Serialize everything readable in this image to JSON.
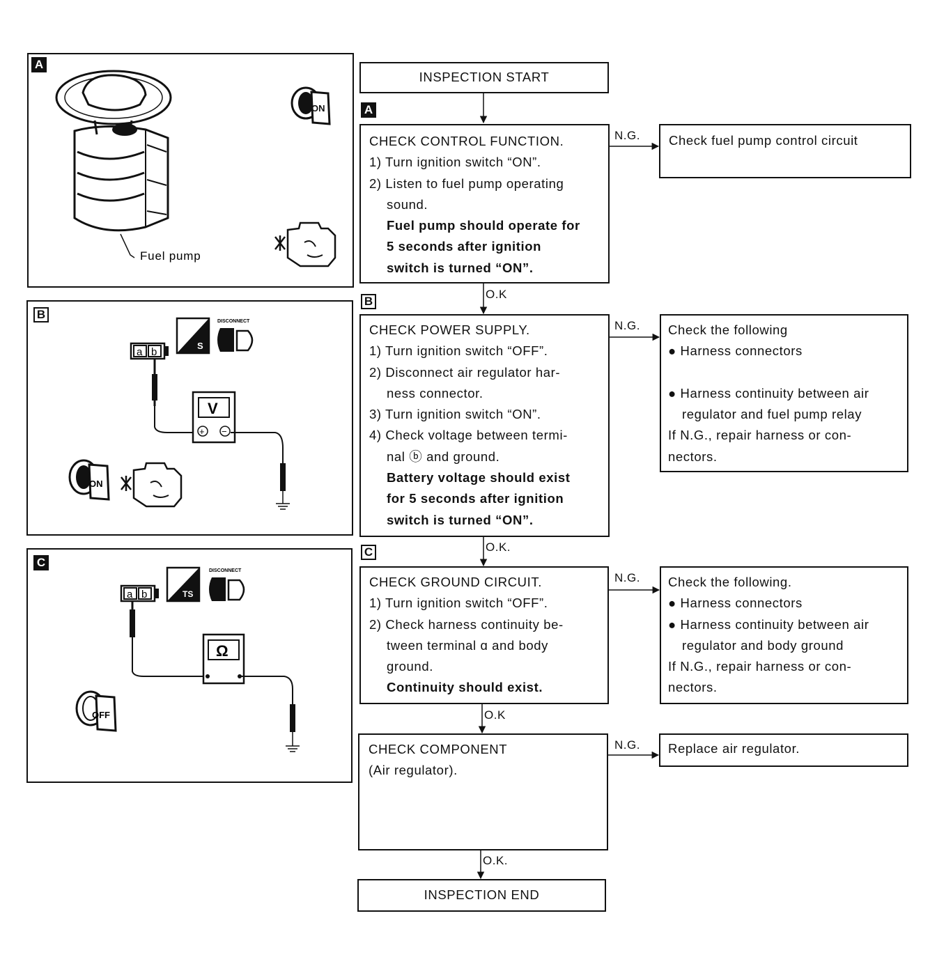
{
  "start": {
    "label": "INSPECTION START"
  },
  "end": {
    "label": "INSPECTION END"
  },
  "connectors": {
    "ng": "N.G.",
    "ok": "O.K"
  },
  "steps": [
    {
      "tag": "A",
      "lines": [
        "CHECK CONTROL FUNCTION.",
        "1) Turn ignition switch “ON”.",
        "2) Listen to fuel pump operating",
        "sound.",
        "Fuel pump should operate for",
        "5 seconds after ignition",
        "switch is turned “ON”."
      ],
      "ok_label": "O.K",
      "ng_label": "N.G.",
      "ng_lines": [
        "Check fuel pump control circuit"
      ]
    },
    {
      "tag": "B",
      "lines": [
        "CHECK POWER SUPPLY.",
        "1) Turn ignition switch “OFF”.",
        "2) Disconnect air regulator har-",
        "ness connector.",
        "3) Turn ignition switch “ON”.",
        "4) Check voltage between termi-",
        "nal ⓑ and ground.",
        "Battery voltage should exist",
        "for 5 seconds after ignition",
        "switch is turned “ON”."
      ],
      "ok_label": "O.K.",
      "ng_label": "N.G.",
      "ng_lines": [
        "Check the following",
        "● Harness connectors",
        "",
        "● Harness continuity between air",
        "regulator and fuel pump relay",
        "If N.G., repair harness or con-",
        "nectors."
      ]
    },
    {
      "tag": "C",
      "lines": [
        "CHECK GROUND CIRCUIT.",
        "1) Turn ignition switch “OFF”.",
        "2) Check harness continuity be-",
        "tween terminal  ɑ  and body",
        "ground.",
        "Continuity should exist."
      ],
      "ok_label": "O.K",
      "ng_label": "N.G.",
      "ng_lines": [
        "Check the following.",
        "● Harness connectors",
        "● Harness continuity between air",
        "regulator and body ground",
        "If N.G., repair harness or con-",
        "nectors."
      ]
    },
    {
      "tag": "",
      "lines": [
        "CHECK COMPONENT",
        "(Air regulator)."
      ],
      "ok_label": "O.K.",
      "ng_label": "N.G.",
      "ng_lines": [
        "Replace air regulator."
      ]
    }
  ],
  "panels": {
    "a": {
      "tag": "A",
      "callout": "Fuel pump",
      "key_label": "ON"
    },
    "b": {
      "tag": "B",
      "terminal_a": "a",
      "terminal_b": "b",
      "meter": "V",
      "plus": "+",
      "minus": "−",
      "disconnect": "DISCONNECT",
      "ts": "S",
      "key_label": "ON"
    },
    "c": {
      "tag": "C",
      "terminal_a": "a",
      "terminal_b": "b",
      "meter": "Ω",
      "disconnect": "DISCONNECT",
      "ts": "TS",
      "key_label": "OFF"
    }
  }
}
